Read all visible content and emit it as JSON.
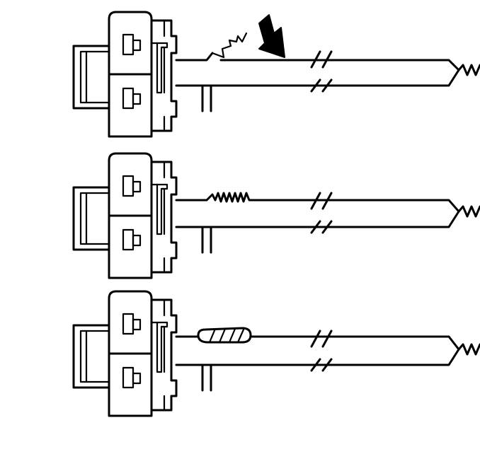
{
  "figure": {
    "panels": [
      {
        "id": "top",
        "splice_state": "wire-ends-twisted",
        "has_arrow": true
      },
      {
        "id": "middle",
        "splice_state": "wire-ends-joined",
        "has_arrow": false
      },
      {
        "id": "bottom",
        "splice_state": "splice-wrapped",
        "has_arrow": false
      }
    ],
    "colors": {
      "stroke": "#000000",
      "background": "#ffffff"
    }
  }
}
